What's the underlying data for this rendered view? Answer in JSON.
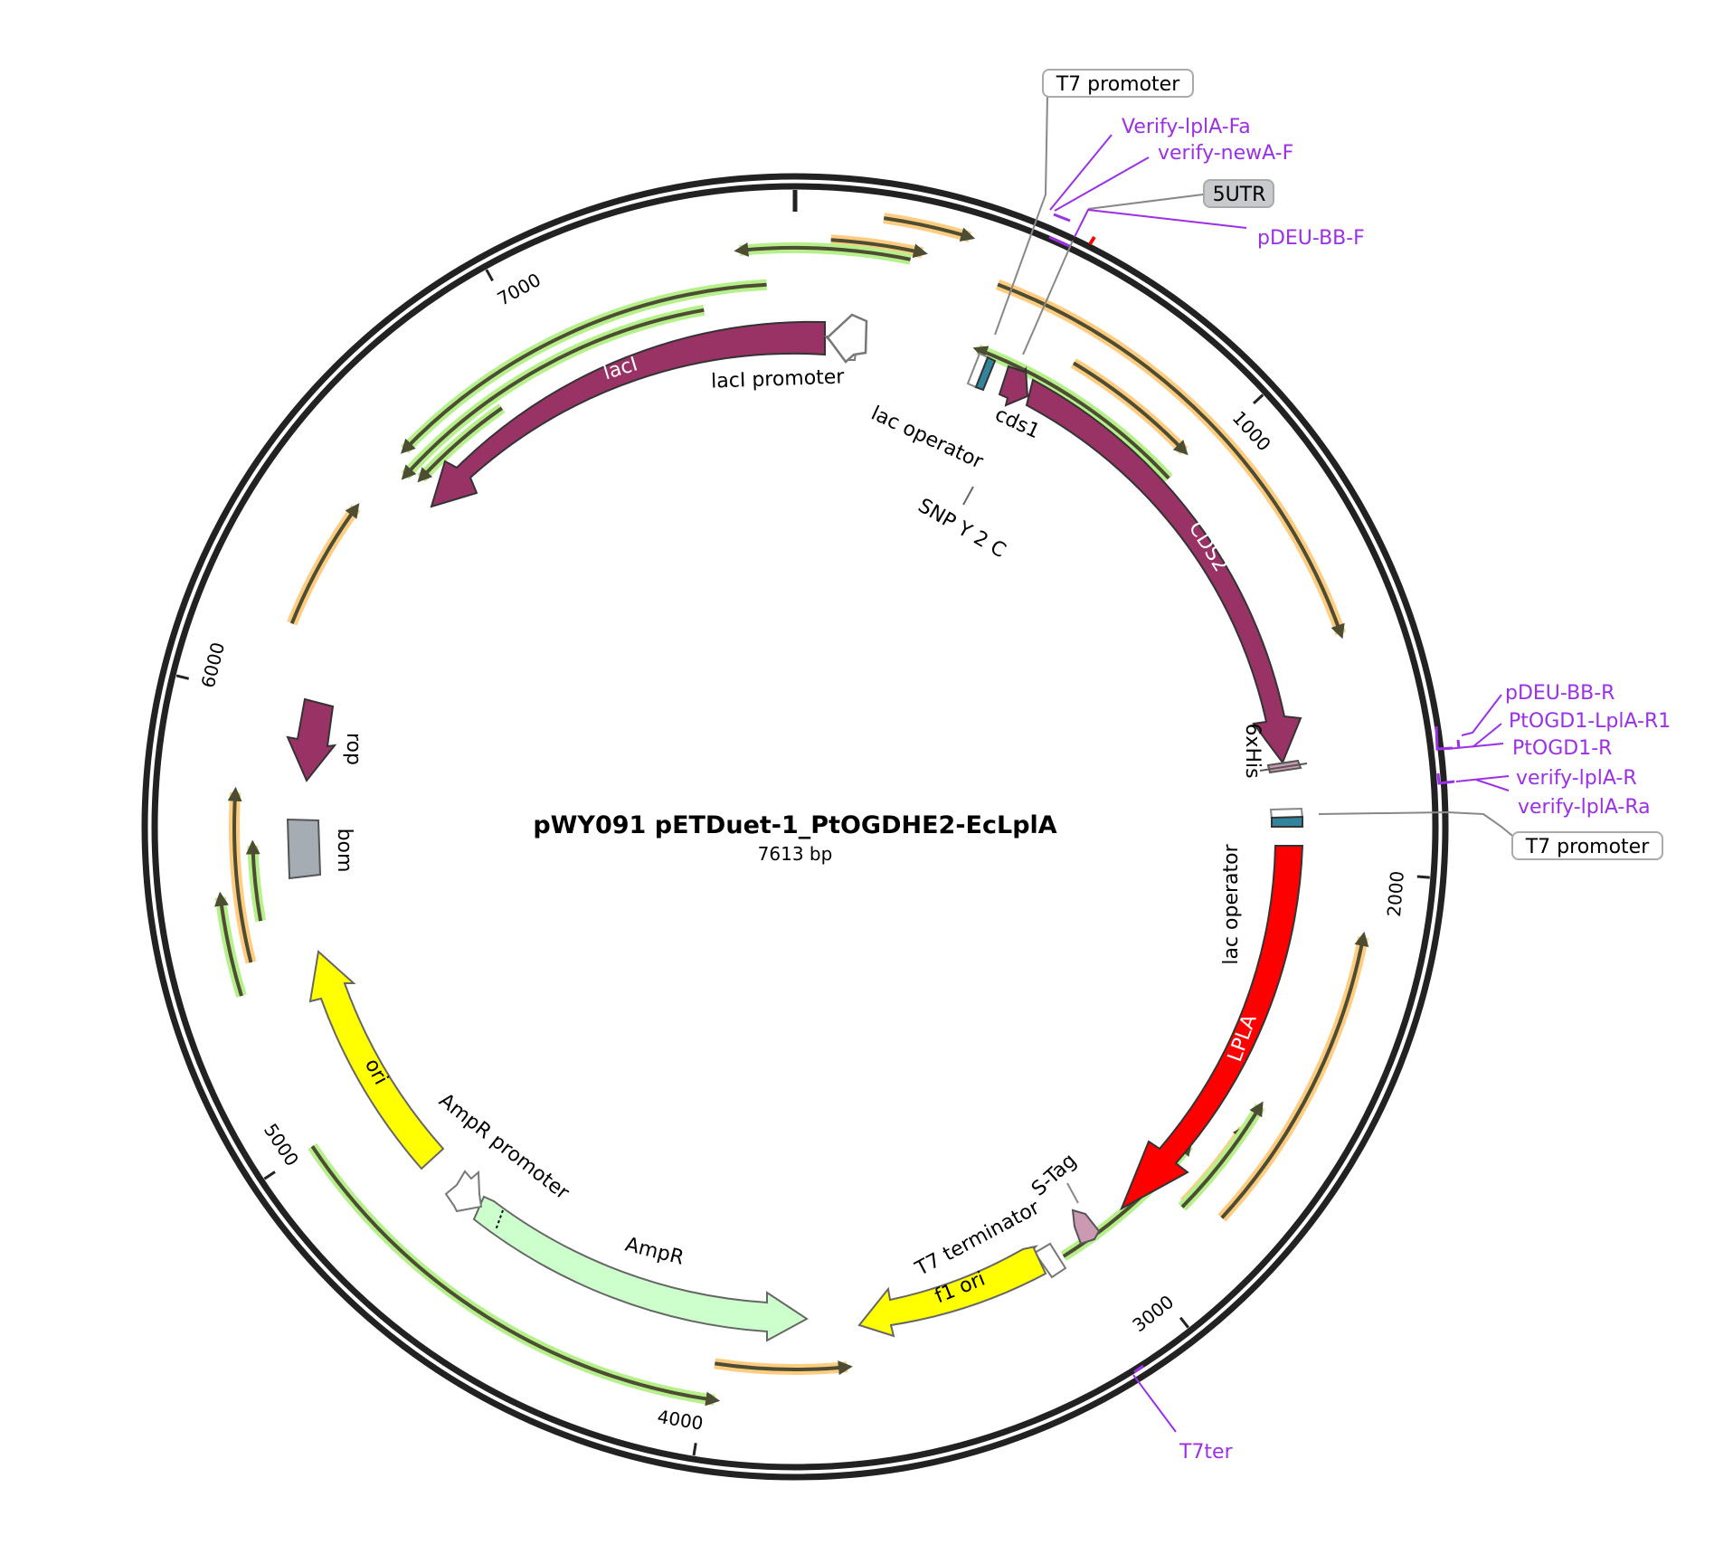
{
  "plasmid": {
    "name": "pWY091 pETDuet-1_PtOGDHE2-EcLplA",
    "length_label": "7613 bp",
    "length_bp": 7613
  },
  "ticks": [
    {
      "bp": 1000,
      "label": "1000"
    },
    {
      "bp": 2000,
      "label": "2000"
    },
    {
      "bp": 3000,
      "label": "3000"
    },
    {
      "bp": 4000,
      "label": "4000"
    },
    {
      "bp": 5000,
      "label": "5000"
    },
    {
      "bp": 6000,
      "label": "6000"
    },
    {
      "bp": 7000,
      "label": "7000"
    }
  ],
  "features": {
    "laci": {
      "label": "lacI",
      "color": "#993366"
    },
    "laci_promoter": {
      "label": "lacI promoter",
      "color": "#ffffff"
    },
    "cds1": {
      "label": "cds1",
      "color": "#993366"
    },
    "cds2": {
      "label": "CDS2",
      "color": "#993366"
    },
    "lac_operator_1": {
      "label": "lac operator",
      "color": "#31849b"
    },
    "snp": {
      "label": "SNP Y 2 C"
    },
    "his_tag": {
      "label": "6xHis",
      "color": "#cc99b2"
    },
    "lac_operator_2": {
      "label": "lac operator",
      "color": "#31849b"
    },
    "lpla": {
      "label": "LPLA",
      "color": "#ff0000"
    },
    "s_tag": {
      "label": "S-Tag",
      "color": "#cc99b2"
    },
    "t7_terminator": {
      "label": "T7 terminator",
      "color": "#ffffff"
    },
    "f1_ori": {
      "label": "f1 ori",
      "color": "#ffff00"
    },
    "ampr": {
      "label": "AmpR",
      "color": "#ccffcc"
    },
    "ampr_promoter": {
      "label": "AmpR promoter",
      "color": "#ffffff"
    },
    "ori": {
      "label": "ori",
      "color": "#ffff00"
    },
    "bom": {
      "label": "bom",
      "color": "#a6acb3"
    },
    "rop": {
      "label": "rop",
      "color": "#993366"
    }
  },
  "callouts": {
    "t7_promoter_top": "T7 promoter",
    "t7_promoter_right": "T7 promoter",
    "utr5": "5UTR"
  },
  "primers": {
    "verify_lpla_fa": "Verify-lplA-Fa",
    "verify_newa_f": "verify-newA-F",
    "pdeu_bb_f": "pDEU-BB-F",
    "pdeu_bb_r": "pDEU-BB-R",
    "ptogd1_lpla_r1": "PtOGD1-LplA-R1",
    "ptogd1_r": "PtOGD1-R",
    "verify_lpla_r": "verify-lplA-R",
    "verify_lpla_ra": "verify-lplA-Ra",
    "t7ter": "T7ter"
  },
  "colors": {
    "backbone": "#222222",
    "primer": "#9b30e6",
    "orf_orange": "#ffcc80",
    "orf_green": "#b5f08a",
    "orf_line": "#4d4d33"
  }
}
